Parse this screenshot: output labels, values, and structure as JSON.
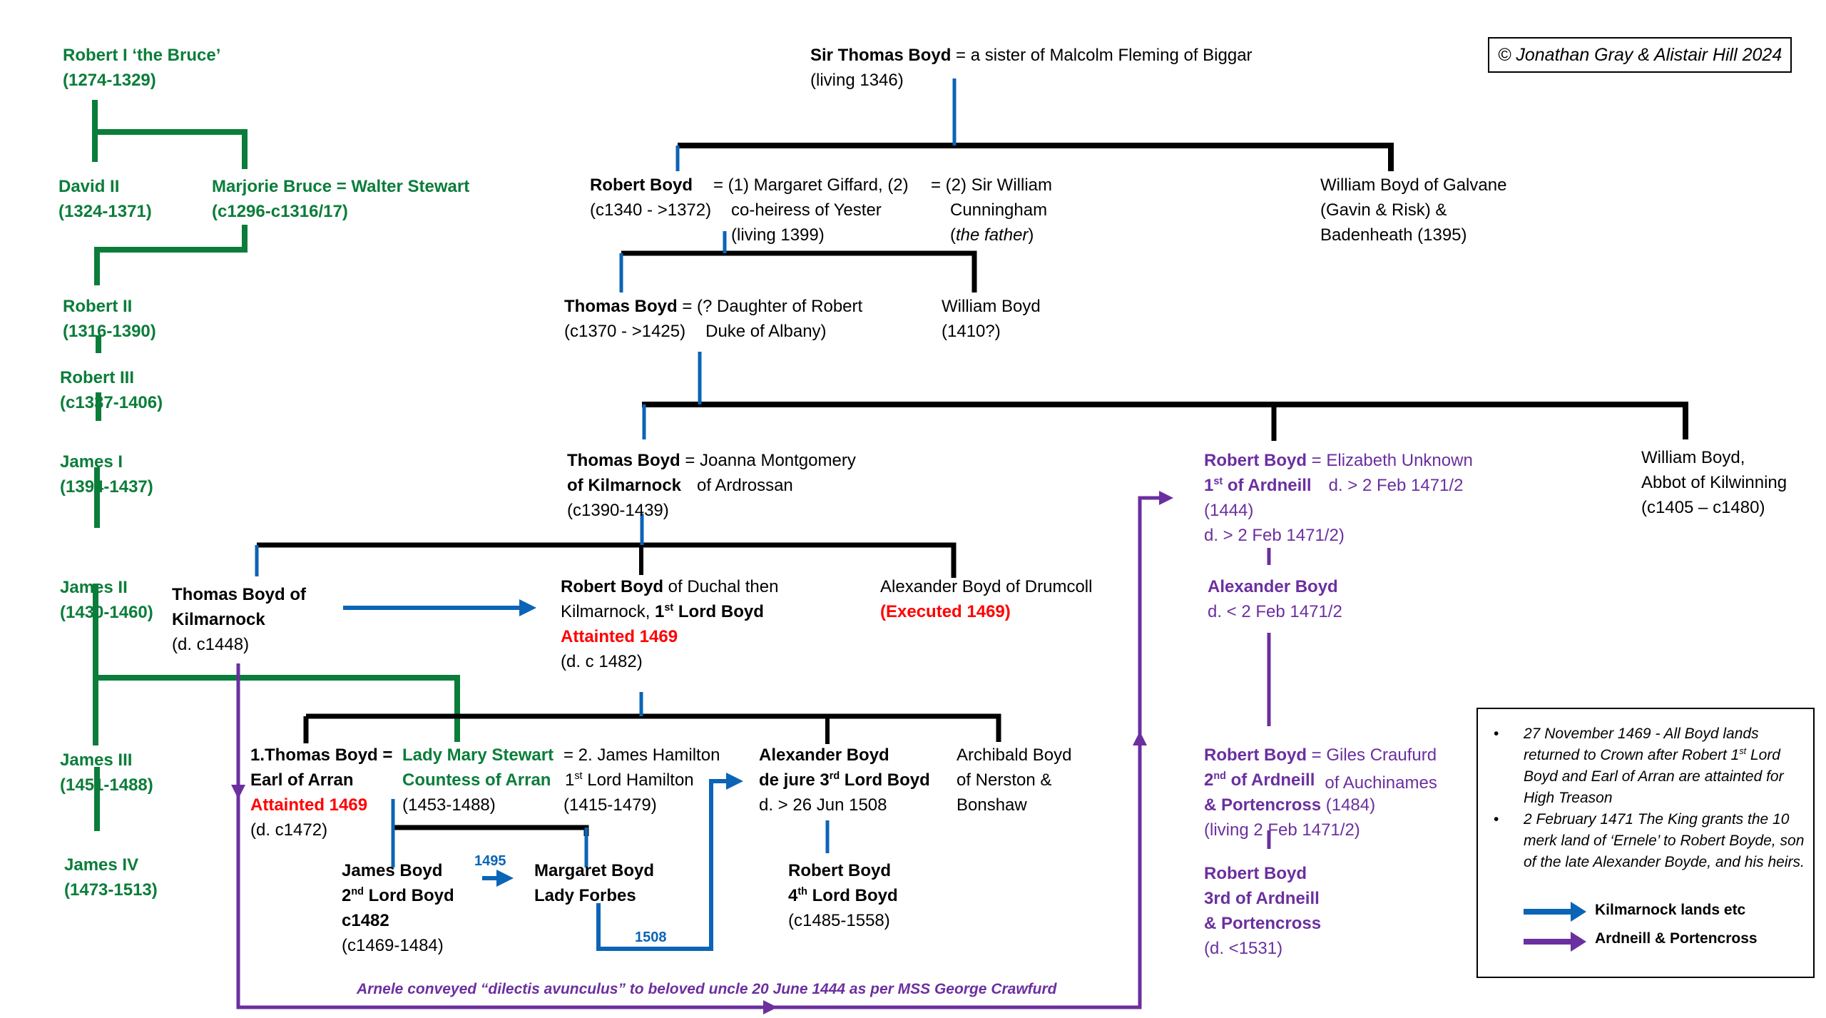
{
  "copyright": "© Jonathan Gray & Alistair Hill 2024",
  "colors": {
    "royal_line": "#0b7d3a",
    "kilmarnock_line": "#0b64b6",
    "ardneill_line": "#6b2fa0",
    "family_line": "#000000",
    "attainted": "#ff0000"
  },
  "royal_line": [
    {
      "name": "Robert I ‘the Bruce’",
      "dates": "(1274-1329)"
    },
    {
      "name": "David II",
      "dates": "(1324-1371)"
    },
    {
      "name": "Marjorie Bruce = Walter Stewart",
      "dates": "(c1296-c1316/17)"
    },
    {
      "name": "Robert II",
      "dates": "(1316-1390)"
    },
    {
      "name": "Robert III",
      "dates": "(c1337-1406)"
    },
    {
      "name": "James I",
      "dates": "(1394-1437)"
    },
    {
      "name": "James II",
      "dates": "(1430-1460)"
    },
    {
      "name": "James III",
      "dates": "(1451-1488)"
    },
    {
      "name": "James IV",
      "dates": "(1473-1513)"
    }
  ],
  "people": {
    "sir_thomas": {
      "name": "Sir Thomas Boyd",
      "spouse": "= a sister of Malcolm Fleming of Biggar",
      "dates": "(living 1346)"
    },
    "robert_c1340": {
      "name": "Robert Boyd",
      "dates": "(c1340 - >1372)",
      "spouse1": "= (1) Margaret Giffard, (2)",
      "spouse1_l2": "co-heiress of Yester",
      "spouse1_l3": "(living 1399)",
      "spouse2": "= (2) Sir William",
      "spouse2_l2": "Cunningham",
      "spouse2_l3": "the father"
    },
    "william_galvane": {
      "l1": "William Boyd of Galvane",
      "l2": "(Gavin & Risk) &",
      "l3": "Badenheath (1395)"
    },
    "thomas_c1370": {
      "name": "Thomas Boyd",
      "dates": "(c1370 - >1425)",
      "spouse": "= (? Daughter of Robert",
      "spouse_l2": "Duke of Albany)"
    },
    "william_1410": {
      "l1": "William Boyd",
      "l2": "(1410?)"
    },
    "thomas_kilmarnock": {
      "name": "Thomas Boyd",
      "name_l2": "of Kilmarnock",
      "dates": "(c1390-1439)",
      "spouse": "= Joanna Montgomery",
      "spouse_l2": "of Ardrossan"
    },
    "robert_ardneill_1st": {
      "name": "Robert Boyd",
      "name_l2": "1",
      "name_l2_sup": "st",
      "name_l2_rest": " of Ardneill",
      "l3": "(1444)",
      "l4": "d. > 2 Feb 1471/2)",
      "spouse": "= Elizabeth Unknown",
      "spouse_l2": "d. > 2 Feb 1471/2"
    },
    "william_abbot": {
      "l1": "William Boyd,",
      "l2": "Abbot of Kilwinning",
      "l3": "(c1405 – c1480)"
    },
    "thomas_d1448": {
      "l1": "Thomas Boyd of",
      "l2": "Kilmarnock",
      "l3": "(d. c1448)"
    },
    "robert_1st_lord": {
      "name": "Robert Boyd",
      "name_rest": " of Duchal then",
      "l2": "Kilmarnock, ",
      "l2_b": "1",
      "l2_sup": "st",
      "l2_b2": " Lord Boyd",
      "attainted": "Attainted 1469",
      "l4": "(d. c 1482)"
    },
    "alexander_drumcoll": {
      "l1": "Alexander Boyd of Drumcoll",
      "l2": "(Executed 1469)"
    },
    "alexander_ardneill": {
      "name": "Alexander Boyd",
      "l2": "d. < 2 Feb 1471/2"
    },
    "thomas_arran": {
      "l1": "1.Thomas Boyd =",
      "l2": "Earl of Arran",
      "attainted": "Attainted 1469",
      "l4": "(d. c1472)"
    },
    "mary_stewart": {
      "l1": "Lady Mary Stewart",
      "l2": "Countess of Arran",
      "l3": "(1453-1488)"
    },
    "james_hamilton": {
      "l1": "= 2. James Hamilton",
      "l2a": "1",
      "l2sup": "st",
      "l2b": " Lord Hamilton",
      "l3": "(1415-1479)"
    },
    "alexander_3rd": {
      "l1": "Alexander Boyd",
      "l2a": "de jure 3",
      "l2sup": "rd",
      "l2b": " Lord Boyd",
      "l3": "d. > 26 Jun 1508"
    },
    "archibald": {
      "l1": "Archibald Boyd",
      "l2": "of Nerston &",
      "l3": "Bonshaw"
    },
    "robert_2nd_ardneill": {
      "name": "Robert Boyd",
      "spouse": " = Giles Craufurd",
      "l2a": "2",
      "l2sup": "nd",
      "l2b": " of Ardneill",
      "spouse_l2": "of Auchinames",
      "l3": "& Portencross",
      "l3_rest": " (1484)",
      "l4": "(living 2 Feb 1471/2)"
    },
    "james_2nd_lord": {
      "l1": "James Boyd",
      "l2a": "2",
      "l2sup": "nd",
      "l2b": " Lord Boyd",
      "l3": "c1482",
      "l4": "(c1469-1484)"
    },
    "margaret_forbes": {
      "l1": "Margaret Boyd",
      "l2": "Lady Forbes"
    },
    "robert_4th_lord": {
      "l1": "Robert Boyd",
      "l2a": "4",
      "l2sup": "th",
      "l2b": " Lord Boyd",
      "l3": "(c1485-1558)"
    },
    "robert_3rd_ardneill": {
      "l1": "Robert Boyd",
      "l2": "3rd of Ardneill",
      "l3": "& Portencross",
      "l4": "(d. <1531)"
    }
  },
  "transfer_labels": {
    "y1495": "1495",
    "y1508": "1508"
  },
  "arnele_note": "Arnele conveyed “dilectis avunculus” to beloved uncle 20 June 1444 as per MSS George Crawfurd",
  "legend": {
    "notes": [
      {
        "text": "27 November 1469 - All Boyd lands returned to Crown after Robert 1",
        "sup": "st",
        "rest": " Lord Boyd and Earl of Arran are attainted for High Treason"
      },
      {
        "text": "2 February 1471 The King grants the 10 merk land of ‘Ernele’ to Robert Boyde, son of the late Alexander Boyde, and his heirs.",
        "sup": "",
        "rest": ""
      }
    ],
    "keys": [
      {
        "label": "Kilmarnock lands etc",
        "color": "#0b64b6"
      },
      {
        "label": "Ardneill & Portencross",
        "color": "#6b2fa0"
      }
    ]
  }
}
